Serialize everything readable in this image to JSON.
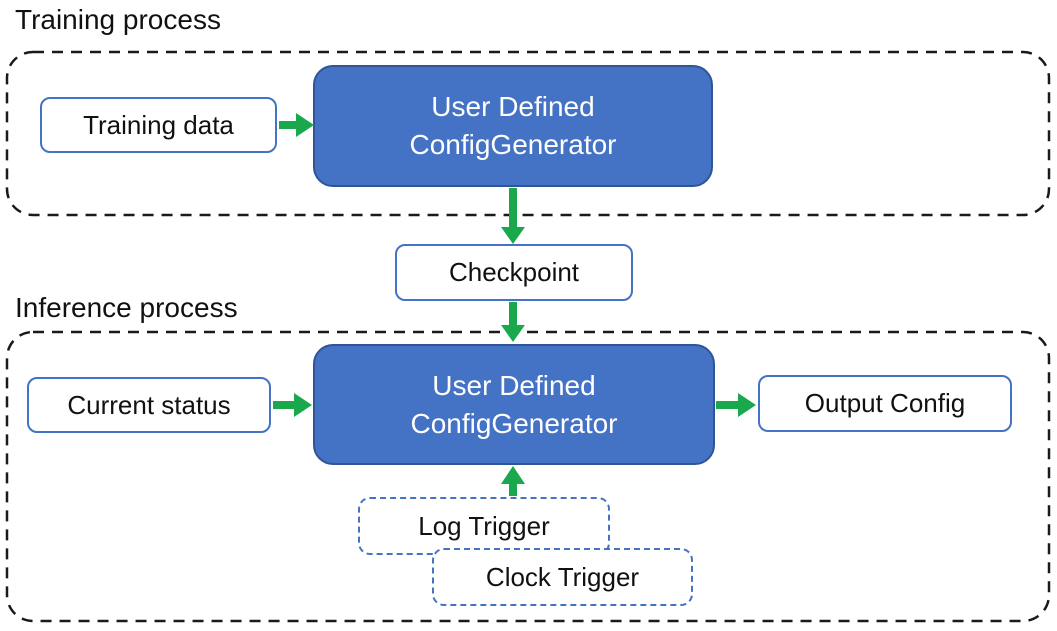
{
  "colors": {
    "generator_fill": "#4472C4",
    "generator_border": "#2F5597",
    "io_box_border": "#4472C4",
    "trigger_border": "#4472C4",
    "arrow_green": "#1AA84D",
    "container_dash": "#1A1A1A",
    "text_dark": "#111111",
    "text_light": "#FFFFFF"
  },
  "training": {
    "section_label": "Training process",
    "input_label": "Training data",
    "generator_label_line1": "User Defined",
    "generator_label_line2": "ConfigGenerator"
  },
  "checkpoint_label": "Checkpoint",
  "inference": {
    "section_label": "Inference process",
    "input_label": "Current status",
    "generator_label_line1": "User Defined",
    "generator_label_line2": "ConfigGenerator",
    "output_label": "Output Config",
    "trigger_labels": [
      "Log Trigger",
      "Clock Trigger"
    ]
  }
}
